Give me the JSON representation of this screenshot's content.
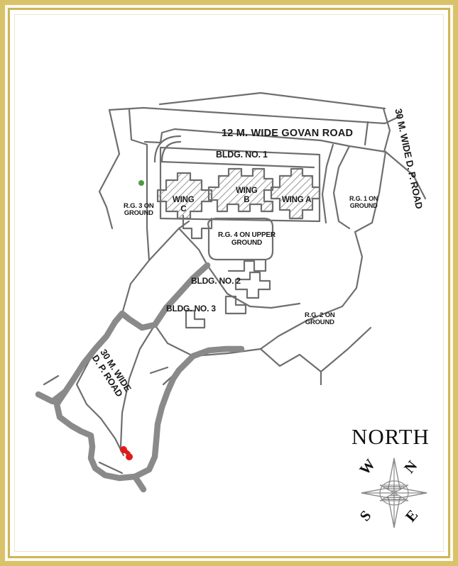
{
  "document": {
    "type": "architectural-site-plan",
    "title": "Site Layout Plan"
  },
  "border": {
    "outer_color": "#d9c36a",
    "inner_color": "#cdb65c",
    "cream_color": "#fdfaef"
  },
  "map": {
    "road_color": "#8a8a8a",
    "outline_color": "#6e6e6e",
    "hatch_color": "#9a9a9a",
    "marker_red": "#e01b1b",
    "marker_green": "#4d9c3f",
    "roads": [
      {
        "name": "govan-road",
        "label": "12 M. WIDE GOVAN ROAD"
      },
      {
        "name": "dp-road-east",
        "label": "30 M. WIDE D. P. ROAD"
      },
      {
        "name": "dp-road-southwest",
        "label": "30 M. WIDE\nD. P. ROAD"
      }
    ],
    "buildings": [
      {
        "name": "bldg-1",
        "label": "BLDG. NO. 1"
      },
      {
        "name": "bldg-2",
        "label": "BLDG. NO. 2"
      },
      {
        "name": "bldg-3",
        "label": "BLDG. NO. 3"
      }
    ],
    "wings": [
      {
        "name": "wing-a",
        "label": "WING A"
      },
      {
        "name": "wing-b",
        "label": "WING\nB"
      },
      {
        "name": "wing-c",
        "label": "WING\nC"
      }
    ],
    "open_spaces": [
      {
        "name": "rg-1",
        "label": "R.G. 1 ON\nGROUND"
      },
      {
        "name": "rg-2",
        "label": "R.G. 2 ON\nGROUND"
      },
      {
        "name": "rg-3",
        "label": "R.G. 3 ON\nGROUND"
      },
      {
        "name": "rg-4",
        "label": "R.G. 4 ON UPPER\nGROUND"
      }
    ]
  },
  "compass": {
    "title": "NORTH",
    "points": {
      "north": "N",
      "south": "S",
      "east": "E",
      "west": "W"
    }
  }
}
